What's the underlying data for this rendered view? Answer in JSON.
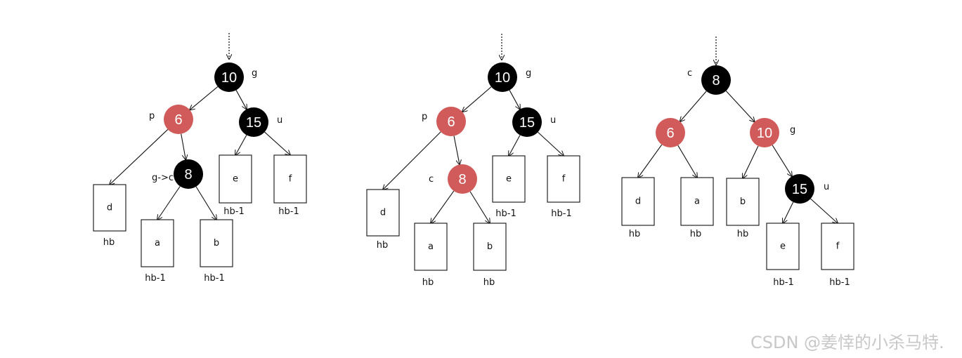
{
  "colors": {
    "black_node": "#000000",
    "red_node": "#d15b5a",
    "red_text": "#d15b5a",
    "line": "#111111"
  },
  "watermark": "CSDN @姜悻的小杀马特.",
  "panels": [
    {
      "id": "step1",
      "nodes": [
        {
          "id": "g",
          "value": "10",
          "color": "black",
          "label": "g"
        },
        {
          "id": "p",
          "value": "6",
          "color": "red",
          "label": "p"
        },
        {
          "id": "u",
          "value": "15",
          "color": "black",
          "label": "u"
        },
        {
          "id": "c",
          "value": "8",
          "color": "black",
          "label": "g->c",
          "label_color": "red"
        }
      ],
      "boxes": [
        {
          "id": "d",
          "text": "d",
          "height_label": "hb"
        },
        {
          "id": "a",
          "text": "a",
          "height_label": "hb-1"
        },
        {
          "id": "b",
          "text": "b",
          "height_label": "hb-1"
        },
        {
          "id": "e",
          "text": "e",
          "height_label": "hb-1"
        },
        {
          "id": "f",
          "text": "f",
          "height_label": "hb-1"
        }
      ]
    },
    {
      "id": "step2",
      "nodes": [
        {
          "id": "g",
          "value": "10",
          "color": "black",
          "label": "g"
        },
        {
          "id": "p",
          "value": "6",
          "color": "red",
          "label": "p"
        },
        {
          "id": "u",
          "value": "15",
          "color": "black",
          "label": "u"
        },
        {
          "id": "c",
          "value": "8",
          "color": "red",
          "label": "c"
        }
      ],
      "boxes": [
        {
          "id": "d",
          "text": "d",
          "height_label": "hb"
        },
        {
          "id": "a",
          "text": "a",
          "height_label": "hb",
          "height_color": "red"
        },
        {
          "id": "b",
          "text": "b",
          "height_label": "hb",
          "height_color": "red"
        },
        {
          "id": "e",
          "text": "e",
          "height_label": "hb-1"
        },
        {
          "id": "f",
          "text": "f",
          "height_label": "hb-1"
        }
      ]
    },
    {
      "id": "step3",
      "nodes": [
        {
          "id": "c",
          "value": "8",
          "color": "black",
          "label": "c"
        },
        {
          "id": "p",
          "value": "6",
          "color": "red",
          "label": ""
        },
        {
          "id": "g",
          "value": "10",
          "color": "red",
          "label": "g"
        },
        {
          "id": "u",
          "value": "15",
          "color": "black",
          "label": "u"
        }
      ],
      "boxes": [
        {
          "id": "d",
          "text": "d",
          "height_label": "hb"
        },
        {
          "id": "a",
          "text": "a",
          "height_label": "hb"
        },
        {
          "id": "b",
          "text": "b",
          "height_label": "hb"
        },
        {
          "id": "e",
          "text": "e",
          "height_label": "hb-1"
        },
        {
          "id": "f",
          "text": "f",
          "height_label": "hb-1"
        }
      ]
    }
  ]
}
